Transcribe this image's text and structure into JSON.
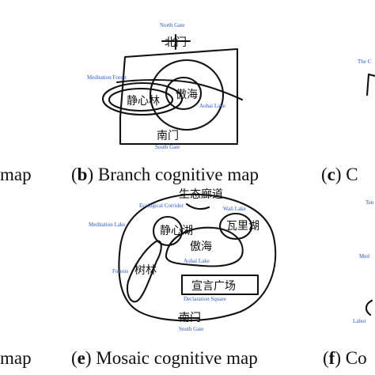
{
  "captions": {
    "a": {
      "text": "map"
    },
    "b": {
      "open": "(",
      "letter": "b",
      "text": ") Branch cognitive map"
    },
    "c": {
      "open": "(",
      "letter": "c",
      "text": ") C"
    },
    "d": {
      "text": "map"
    },
    "e": {
      "open": "(",
      "letter": "e",
      "text": ") Mosaic cognitive map"
    },
    "f": {
      "open": "(",
      "letter": "f",
      "text": ") Co"
    }
  },
  "map_b": {
    "north_gate": "North Gate",
    "meditation_forest": "Meditation Forest",
    "aohai_lake": "Aohai Lake",
    "south_gate": "South Gate",
    "hand_north": "北门",
    "hand_forest": "静心林",
    "hand_lake": "傲海",
    "hand_south": "南门"
  },
  "map_e": {
    "ecological_corridor": "Ecological Corridor",
    "wali_lake": "Wali Lake",
    "meditation_lake": "Meditation Lake",
    "aohai_lake": "Aohai Lake",
    "forests": "Forests",
    "declaration_square": "Declaration Square",
    "south_gate": "South Gate",
    "hand_top": "生态廊道",
    "hand_wali": "瓦里湖",
    "hand_medlake": "静心湖",
    "hand_forest": "树林",
    "hand_lake": "傲海",
    "hand_square": "宣言广场",
    "hand_south": "南门"
  },
  "map_c": {
    "top_label": "The C"
  },
  "map_f": {
    "label_1": "Ten",
    "label_2": "Med",
    "label_3": "Labor"
  }
}
